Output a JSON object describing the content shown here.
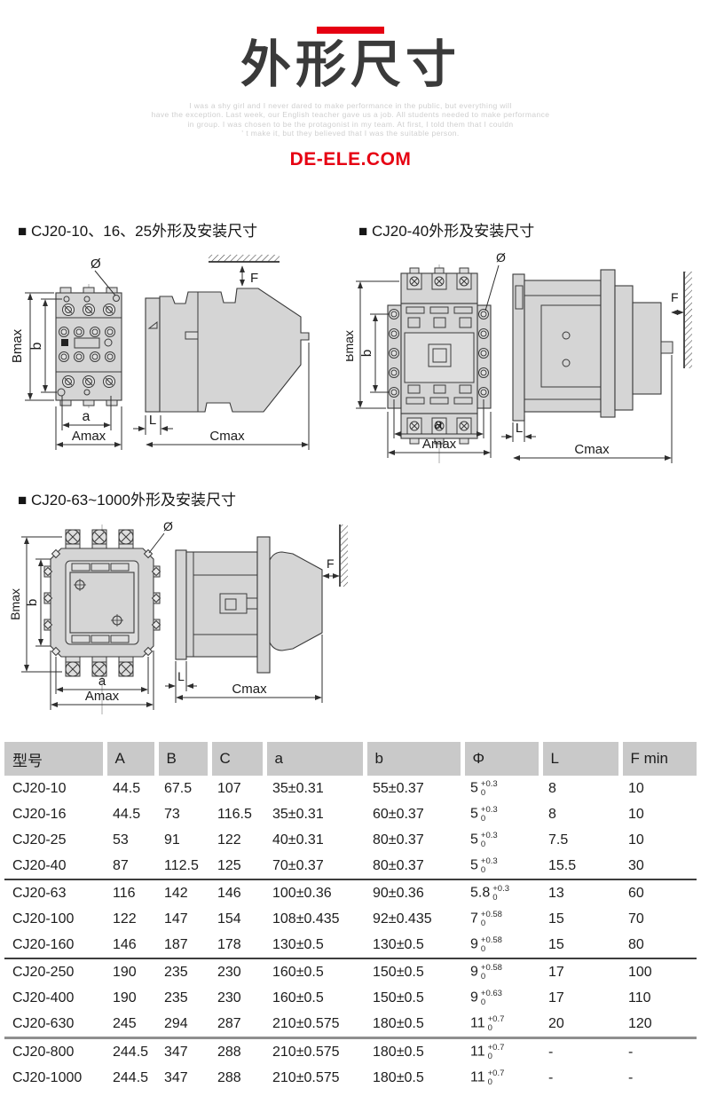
{
  "header": {
    "accent_color": "#e60012",
    "title": "外形尺寸",
    "watermark_lines": [
      "I was a shy girl and I never dared to make performance in the public, but everything will",
      "have the exception. Last week, our English teacher gave us a job. All students needed to make performance",
      "in group. I was chosen to be the protagonist in my team. At first, I told them that I couldn",
      "' t make it, but they believed that I was the suitable person."
    ],
    "website": "DE-ELE.COM"
  },
  "sections": {
    "s1": {
      "label": "■ CJ20-10、16、25外形及安装尺寸"
    },
    "s2": {
      "label": "■ CJ20-40外形及安装尺寸"
    },
    "s3": {
      "label": "■ CJ20-63~1000外形及安装尺寸"
    }
  },
  "drawing_labels": {
    "Bmax": "Bmax",
    "b": "b",
    "a": "a",
    "Amax": "Amax",
    "Cmax": "Cmax",
    "L": "L",
    "F": "F",
    "dia": "Ø"
  },
  "table": {
    "columns": [
      "型号",
      "A",
      "B",
      "C",
      "a",
      "b",
      "Φ",
      "L",
      "F min"
    ],
    "rows": [
      {
        "model": "CJ20-10",
        "A": "44.5",
        "B": "67.5",
        "C": "107",
        "a": "35±0.31",
        "b": "55±0.37",
        "phi": {
          "base": "5",
          "sup": "+0.3",
          "sub": "0"
        },
        "L": "8",
        "F": "10",
        "rule": "none"
      },
      {
        "model": "CJ20-16",
        "A": "44.5",
        "B": "73",
        "C": "116.5",
        "a": "35±0.31",
        "b": "60±0.37",
        "phi": {
          "base": "5",
          "sup": "+0.3",
          "sub": "0"
        },
        "L": "8",
        "F": "10",
        "rule": "none"
      },
      {
        "model": "CJ20-25",
        "A": "53",
        "B": "91",
        "C": "122",
        "a": "40±0.31",
        "b": "80±0.37",
        "phi": {
          "base": "5",
          "sup": "+0.3",
          "sub": "0"
        },
        "L": "7.5",
        "F": "10",
        "rule": "none"
      },
      {
        "model": "CJ20-40",
        "A": "87",
        "B": "112.5",
        "C": "125",
        "a": "70±0.37",
        "b": "80±0.37",
        "phi": {
          "base": "5",
          "sup": "+0.3",
          "sub": "0"
        },
        "L": "15.5",
        "F": "30",
        "rule": "none"
      },
      {
        "model": "CJ20-63",
        "A": "116",
        "B": "142",
        "C": "146",
        "a": "100±0.36",
        "b": "90±0.36",
        "phi": {
          "base": "5.8",
          "sup": "+0.3",
          "sub": "0"
        },
        "L": "13",
        "F": "60",
        "rule": "thin"
      },
      {
        "model": "CJ20-100",
        "A": "122",
        "B": "147",
        "C": "154",
        "a": "108±0.435",
        "b": "92±0.435",
        "phi": {
          "base": "7",
          "sup": "+0.58",
          "sub": "0"
        },
        "L": "15",
        "F": "70",
        "rule": "none"
      },
      {
        "model": "CJ20-160",
        "A": "146",
        "B": "187",
        "C": "178",
        "a": "130±0.5",
        "b": "130±0.5",
        "phi": {
          "base": "9",
          "sup": "+0.58",
          "sub": "0"
        },
        "L": "15",
        "F": "80",
        "rule": "none"
      },
      {
        "model": "CJ20-250",
        "A": "190",
        "B": "235",
        "C": "230",
        "a": "160±0.5",
        "b": "150±0.5",
        "phi": {
          "base": "9",
          "sup": "+0.58",
          "sub": "0"
        },
        "L": "17",
        "F": "100",
        "rule": "thin"
      },
      {
        "model": "CJ20-400",
        "A": "190",
        "B": "235",
        "C": "230",
        "a": "160±0.5",
        "b": "150±0.5",
        "phi": {
          "base": "9",
          "sup": "+0.63",
          "sub": "0"
        },
        "L": "17",
        "F": "110",
        "rule": "none"
      },
      {
        "model": "CJ20-630",
        "A": "245",
        "B": "294",
        "C": "287",
        "a": "210±0.575",
        "b": "180±0.5",
        "phi": {
          "base": "11",
          "sup": "+0.7",
          "sub": "0"
        },
        "L": "20",
        "F": "120",
        "rule": "none"
      },
      {
        "model": "CJ20-800",
        "A": "244.5",
        "B": "347",
        "C": "288",
        "a": "210±0.575",
        "b": "180±0.5",
        "phi": {
          "base": "11",
          "sup": "+0.7",
          "sub": "0"
        },
        "L": "-",
        "F": "-",
        "rule": "thick"
      },
      {
        "model": "CJ20-1000",
        "A": "244.5",
        "B": "347",
        "C": "288",
        "a": "210±0.575",
        "b": "180±0.5",
        "phi": {
          "base": "11",
          "sup": "+0.7",
          "sub": "0"
        },
        "L": "-",
        "F": "-",
        "rule": "none"
      }
    ]
  }
}
